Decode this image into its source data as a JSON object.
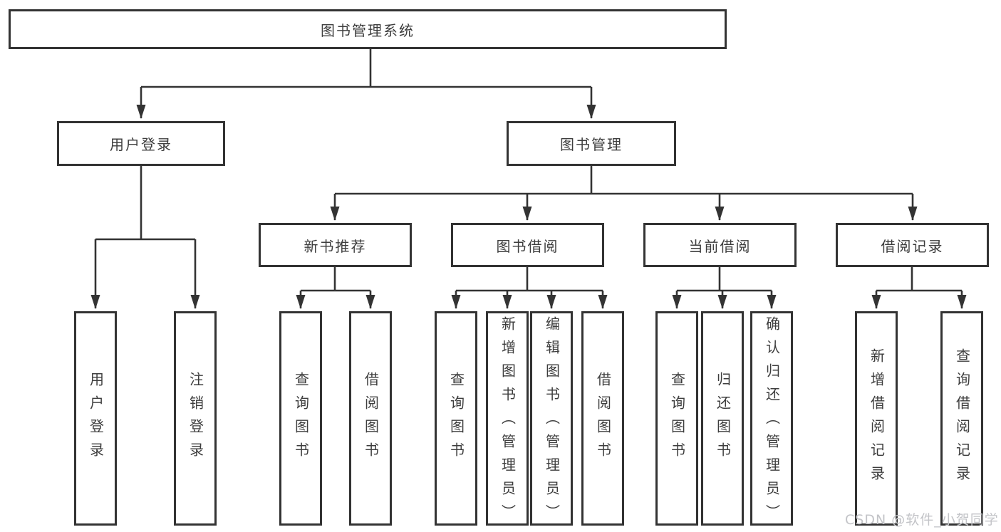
{
  "diagram_title": "图书管理系统",
  "colors": {
    "line": "#333333",
    "box_border": "#333333",
    "box_background": "#ffffff",
    "text": "#3d3d3d",
    "watermark": "#c3c4c8"
  },
  "tree": {
    "root": {
      "label": "图书管理系统"
    },
    "branches": [
      {
        "label": "用户登录",
        "children": [
          {
            "label": "用户登录"
          },
          {
            "label": "注销登录"
          }
        ]
      },
      {
        "label": "图书管理",
        "children": [
          {
            "label": "新书推荐",
            "children": [
              {
                "label": "查询图书"
              },
              {
                "label": "借阅图书"
              }
            ]
          },
          {
            "label": "图书借阅",
            "children": [
              {
                "label": "查询图书"
              },
              {
                "label": "新增图书（管理员）"
              },
              {
                "label": "编辑图书（管理员）"
              },
              {
                "label": "借阅图书"
              }
            ]
          },
          {
            "label": "当前借阅",
            "children": [
              {
                "label": "查询图书"
              },
              {
                "label": "归还图书"
              },
              {
                "label": "确认归还（管理员）"
              }
            ]
          },
          {
            "label": "借阅记录",
            "children": [
              {
                "label": "新增借阅记录"
              },
              {
                "label": "查询借阅记录"
              }
            ]
          }
        ]
      }
    ]
  },
  "watermark": {
    "text": "CSDN @软件_小贺同学"
  }
}
